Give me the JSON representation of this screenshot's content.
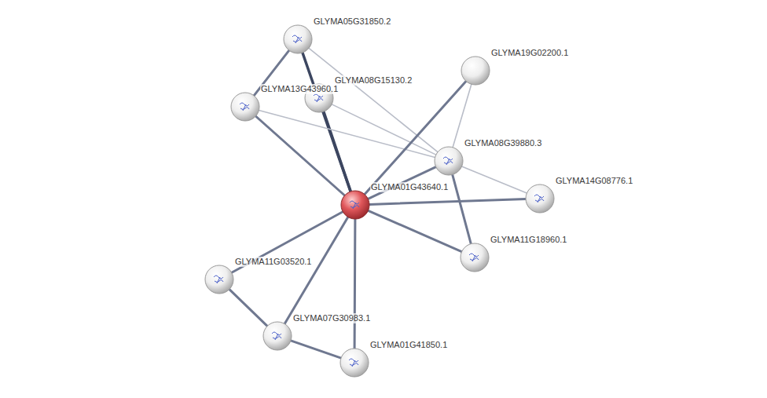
{
  "diagram": {
    "nodes": [
      {
        "text": [
          "GLYMA05G31850.2"
        ]
      },
      {
        "text": [
          "GLYMA13G43960.1"
        ]
      },
      {
        "text": [
          "GLYMA08G15130.2"
        ]
      },
      {
        "text": [
          "GLYMA19G02200.1"
        ]
      },
      {
        "text": [
          "GLYMA08G39880.3"
        ]
      },
      {
        "text": [
          "GLYMA01G43640.1"
        ]
      },
      {
        "text": [
          "GLYMA14G08776.1"
        ]
      },
      {
        "text": [
          "GLYMA11G18960.1"
        ]
      },
      {
        "text": [
          "GLYMA11G03520.1"
        ]
      },
      {
        "text": [
          "GLYMA07G30983.1"
        ]
      },
      {
        "text": [
          "GLYMA01G41850.1"
        ]
      }
    ],
    "edges": [
      {
        "from": 0,
        "to": 1,
        "arrow": "none"
      },
      {
        "from": 0,
        "to": 5,
        "arrow": "none"
      },
      {
        "from": 2,
        "to": 5,
        "arrow": "none"
      },
      {
        "from": 0,
        "to": 4,
        "arrow": "none"
      },
      {
        "from": 1,
        "to": 5,
        "arrow": "none"
      },
      {
        "from": 1,
        "to": 4,
        "arrow": "none"
      },
      {
        "from": 2,
        "to": 4,
        "arrow": "none"
      },
      {
        "from": 3,
        "to": 5,
        "arrow": "none"
      },
      {
        "from": 3,
        "to": 4,
        "arrow": "none"
      },
      {
        "from": 4,
        "to": 5,
        "arrow": "none"
      },
      {
        "from": 4,
        "to": 6,
        "arrow": "none"
      },
      {
        "from": 4,
        "to": 7,
        "arrow": "none"
      },
      {
        "from": 5,
        "to": 6,
        "arrow": "none"
      },
      {
        "from": 5,
        "to": 7,
        "arrow": "none"
      },
      {
        "from": 5,
        "to": 8,
        "arrow": "none"
      },
      {
        "from": 5,
        "to": 9,
        "arrow": "none"
      },
      {
        "from": 5,
        "to": 10,
        "arrow": "none"
      },
      {
        "from": 8,
        "to": 9,
        "arrow": "none"
      },
      {
        "from": 9,
        "to": 10,
        "arrow": "none"
      }
    ]
  }
}
